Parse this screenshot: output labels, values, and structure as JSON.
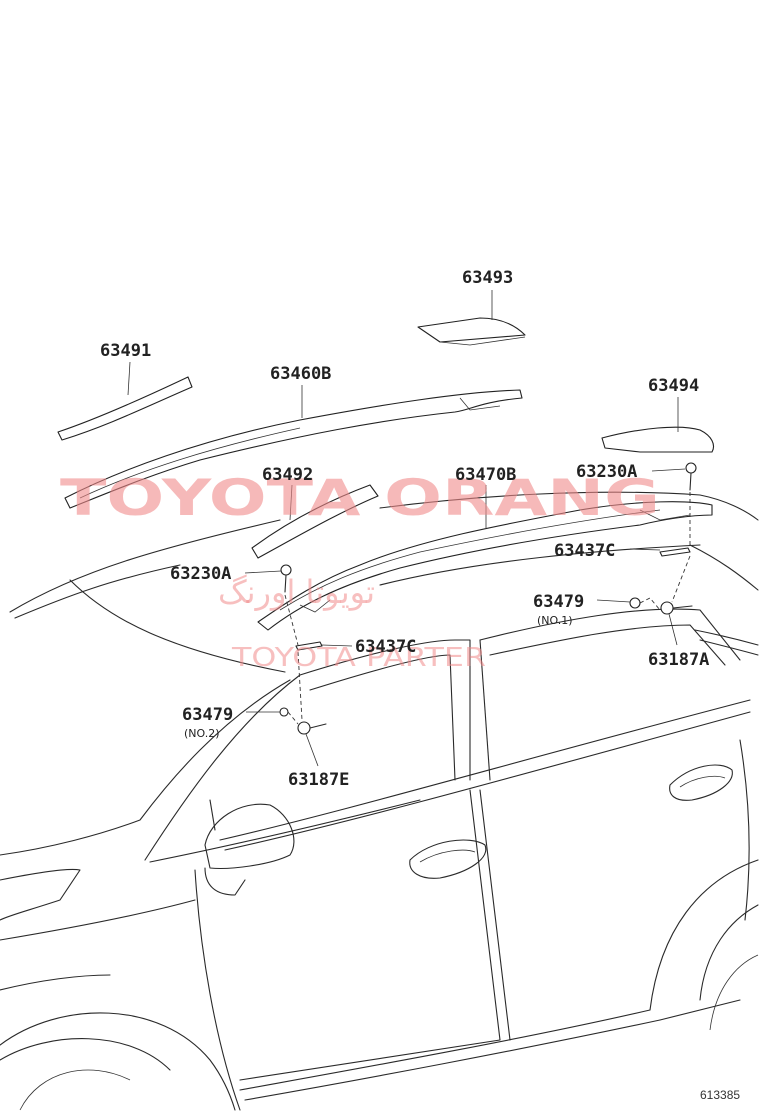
{
  "diagram": {
    "callouts": [
      {
        "id": "63493",
        "text": "63493"
      },
      {
        "id": "63491",
        "text": "63491"
      },
      {
        "id": "63460B",
        "text": "63460B"
      },
      {
        "id": "63494",
        "text": "63494"
      },
      {
        "id": "63492",
        "text": "63492"
      },
      {
        "id": "63470B",
        "text": "63470B"
      },
      {
        "id": "63230A_right",
        "text": "63230A"
      },
      {
        "id": "63437C_right",
        "text": "63437C"
      },
      {
        "id": "63230A_left",
        "text": "63230A"
      },
      {
        "id": "63479_right",
        "text": "63479",
        "note": "(NO.1)"
      },
      {
        "id": "63187A",
        "text": "63187A"
      },
      {
        "id": "63437C_left",
        "text": "63437C"
      },
      {
        "id": "63479_left",
        "text": "63479",
        "note": "(NO.2)"
      },
      {
        "id": "63187E",
        "text": "63187E"
      }
    ],
    "figure_number": "613385"
  },
  "watermark": {
    "line1": "TOYOTA ORANG",
    "line2": "تویوتا اورنگ",
    "line3": "TOYOTA PARTER"
  }
}
